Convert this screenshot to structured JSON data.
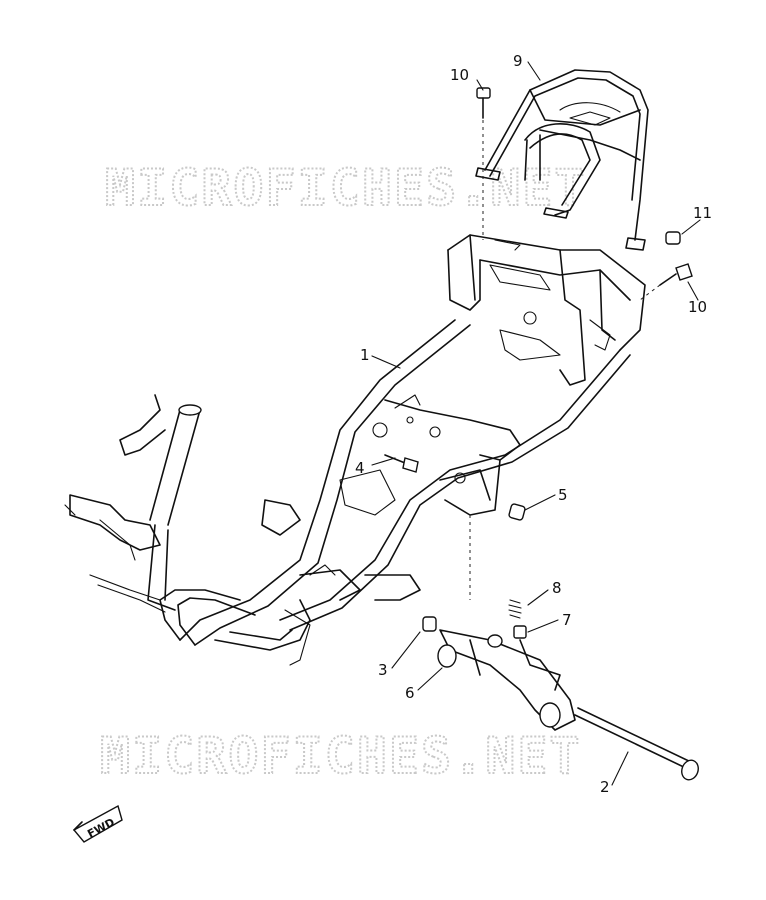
{
  "watermark": {
    "top": "MICROFICHES.NET",
    "bottom": "MICROFICHES.NET"
  },
  "callouts": {
    "c1": "1",
    "c2": "2",
    "c3": "3",
    "c4": "4",
    "c5": "5",
    "c6": "6",
    "c7": "7",
    "c8": "8",
    "c9": "9",
    "c10a": "10",
    "c10b": "10",
    "c11": "11"
  },
  "direction_badge": {
    "label": "FWD"
  }
}
